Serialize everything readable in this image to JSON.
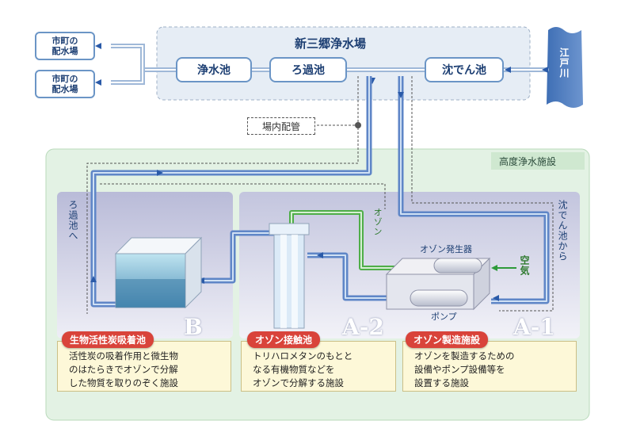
{
  "plant_title": "新三郷浄水場",
  "river": "江戸川",
  "city_distribution": [
    {
      "line1": "市町の",
      "line2": "配水場"
    },
    {
      "line1": "市町の",
      "line2": "配水場"
    }
  ],
  "plant_boxes": {
    "clear_water_tank": "浄水池",
    "filtration_tank": "ろ過池",
    "sedimentation_tank": "沈でん池"
  },
  "internal_piping": "場内配管",
  "advanced_treatment_title": "高度浄水施設",
  "to_filtration": "ろ過池へ",
  "from_sedimentation": "沈でん池から",
  "ozone_label": "オゾン",
  "air_label": "空気",
  "ozone_generator": "オゾン発生器",
  "pump": "ポンプ",
  "sections": [
    {
      "code": "B",
      "badge": "生物活性炭吸着池",
      "description": [
        "活性炭の吸着作用と微生物",
        "のはたらきでオゾンで分解",
        "した物質を取りのぞく施設"
      ]
    },
    {
      "code": "A-2",
      "badge": "オゾン接触池",
      "description": [
        "トリハロメタンのもとと",
        "なる有機物質などを",
        "オゾンで分解する施設"
      ]
    },
    {
      "code": "A-1",
      "badge": "オゾン製造施設",
      "description": [
        "オゾンを製造するための",
        "設備やポンプ設備等を",
        "設置する施設"
      ]
    }
  ],
  "colors": {
    "pipe": "#4a76c0",
    "ozone_pipe": "#4fae48",
    "green_panel": "#e3f2e4",
    "purple_panel": "#d7d8ea",
    "badge": "#d9433a"
  }
}
